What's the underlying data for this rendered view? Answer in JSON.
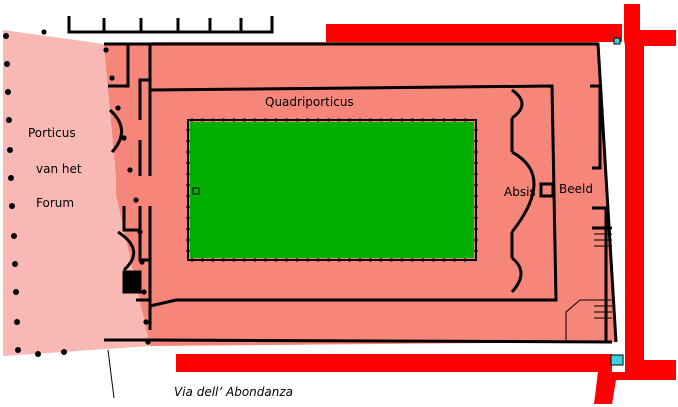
{
  "colors": {
    "street_red": "#ff0000",
    "building_salmon": "#f6857a",
    "portico_pink": "#f8b8b4",
    "garden_green": "#00b000",
    "wall_black": "#000000",
    "cistern_cyan": "#33d6e0"
  },
  "labels": {
    "quadriporticus": "Quadriporticus",
    "porticus_line1": "Porticus",
    "porticus_line2": "van het",
    "porticus_line3": "Forum",
    "absis": "Absis",
    "beeld": "Beeld",
    "street": "Via dell’ Abondanza"
  }
}
